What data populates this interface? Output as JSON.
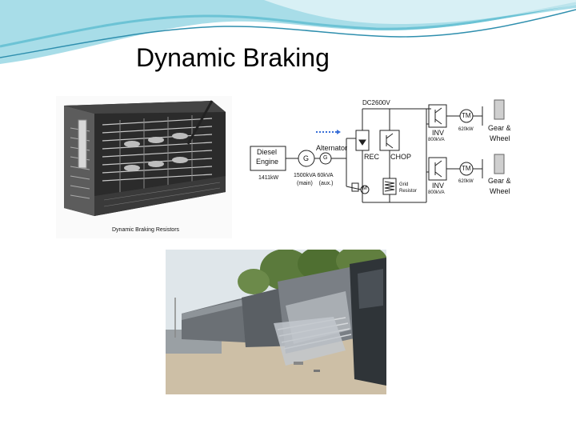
{
  "slide": {
    "title": "Dynamic Braking"
  },
  "resistor_figure": {
    "caption": "Dynamic Braking Resistors"
  },
  "circuit_diagram": {
    "dc_bus": "DC2600V",
    "diesel_engine_line1": "Diesel",
    "diesel_engine_line2": "Engine",
    "engine_power": "1411kW",
    "alternator": "Alternator",
    "generator_main": "G",
    "generator_aux": "G",
    "alternator_rating": "1500kVA 60kVA",
    "alternator_roles": "(main)    (aux.)",
    "rectifier": "REC",
    "chopper": "CHOP",
    "motor": "M",
    "grid_resistor_line1": "Grid",
    "grid_resistor_line2": "Resistor",
    "inverter_label": "INV",
    "inverter_rating": "800kVA",
    "traction_motor": "TM",
    "traction_motor_power": "620kW",
    "gear_line1": "Gear &",
    "gear_line2": "Wheel"
  },
  "colors": {
    "deco_light": "#a8dde8",
    "deco_mid": "#6cc3d5",
    "deco_dark": "#2f8fae",
    "signal_arrow": "#3a6fd8"
  }
}
